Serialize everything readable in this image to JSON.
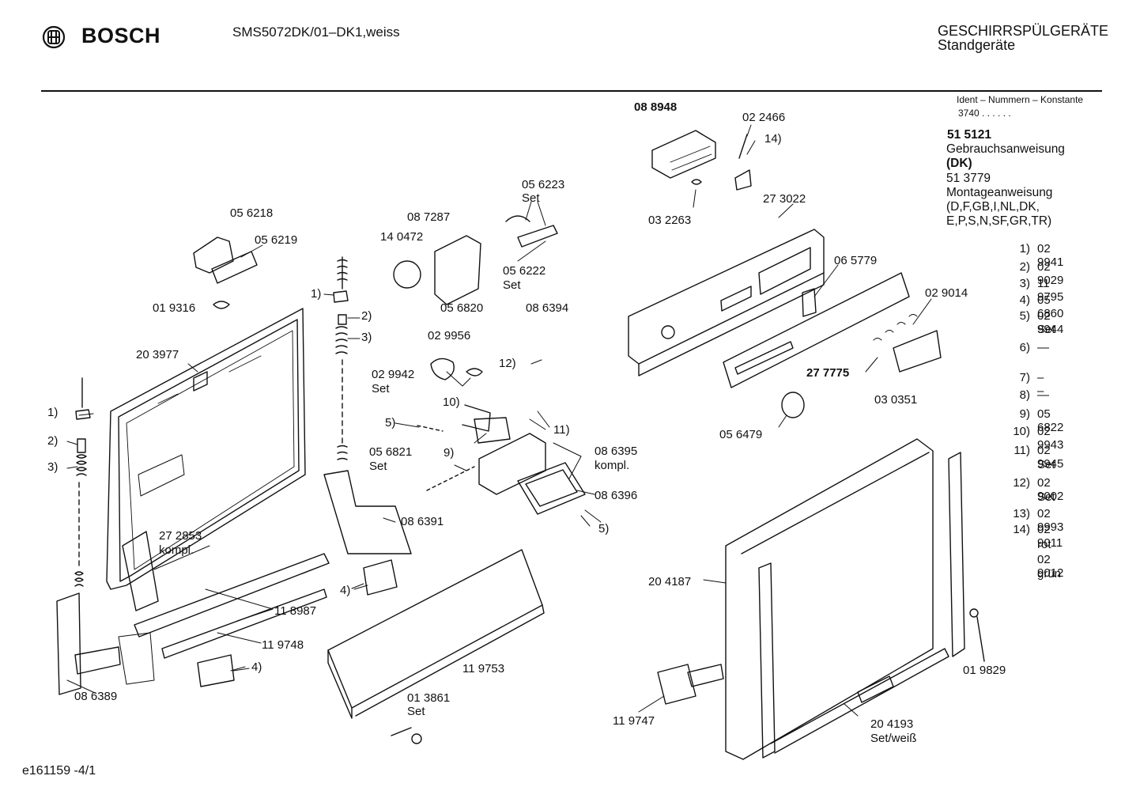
{
  "header": {
    "brand": "BOSCH",
    "model": "SMS5072DK/01–DK1,weiss",
    "category_line1": "GESCHIRRSPÜLGERÄTE",
    "category_line2": "Standgeräte"
  },
  "ident": {
    "title": "Ident – Nummern – Konstante",
    "value": "3740 . .  .  .  .  ."
  },
  "documents": [
    {
      "number": "51 5121",
      "text": "Gebrauchsanweisung",
      "lang": "(DK)"
    },
    {
      "number": "51 3779",
      "text": "Montageanweisung",
      "lang_lines": [
        "(D,F,GB,I,NL,DK,",
        "E,P,S,N,SF,GR,TR)"
      ]
    }
  ],
  "legend": [
    {
      "key": "1)",
      "lines": [
        "02 9941"
      ]
    },
    {
      "key": "2)",
      "lines": [
        "02 9029"
      ]
    },
    {
      "key": "3)",
      "lines": [
        "11 9795"
      ]
    },
    {
      "key": "4)",
      "lines": [
        "05 6860"
      ]
    },
    {
      "key": "5)",
      "lines": [
        "02 9944",
        "Set"
      ]
    },
    {
      "key": "6)",
      "lines": [
        "—"
      ]
    },
    {
      "key": "7)",
      "lines": [
        "– –"
      ]
    },
    {
      "key": "8)",
      "lines": [
        "—"
      ]
    },
    {
      "key": "9)",
      "lines": [
        "05 6822"
      ]
    },
    {
      "key": "10)",
      "lines": [
        "02 9943"
      ]
    },
    {
      "key": "11)",
      "lines": [
        "02 9945",
        "Set"
      ]
    },
    {
      "key": "12)",
      "lines": [
        "02 9002",
        "Set"
      ]
    },
    {
      "key": "13)",
      "lines": [
        "02 9993"
      ]
    },
    {
      "key": "14)",
      "lines": [
        "02 9011",
        "rot",
        "02 9012",
        "grün"
      ]
    }
  ],
  "part_labels": {
    "p056218": "05 6218",
    "p056219": "05 6219",
    "p019316": "01 9316",
    "p203977": "20 3977",
    "p087287": "08 7287",
    "p140472": "14 0472",
    "p056223": "05 6223",
    "p056223set": "Set",
    "p056222": "05 6222",
    "p056222set": "Set",
    "p056820": "05 6820",
    "p086394": "08 6394",
    "p029956": "02 9956",
    "p029942": "02 9942",
    "p029942set": "Set",
    "p056821": "05 6821",
    "p056821set": "Set",
    "p086395": "08 6395",
    "p086395kompl": "kompl.",
    "p086396": "08 6396",
    "p086391": "08 6391",
    "p272853": "27 2853",
    "p272853kompl": "kompl.",
    "p118987": "11 8987",
    "p119748": "11 9748",
    "p086389": "08 6389",
    "p119753": "11 9753",
    "p013861": "01 3861",
    "p013861set": "Set",
    "p088948": "08 8948",
    "p022466": "02 2466",
    "p032263": "03 2263",
    "p273022": "27 3022",
    "p065779": "06 5779",
    "p029014": "02 9014",
    "p277775": "27 7775",
    "p030351": "03 0351",
    "p056479": "05 6479",
    "p204187": "20 4187",
    "p119747": "11 9747",
    "p204193": "20 4193",
    "p204193set": "Set/weiß",
    "p019829": "01 9829"
  },
  "callouts": {
    "c1a": "1)",
    "c2a": "2)",
    "c3a": "3)",
    "c1b": "1)",
    "c2b": "2)",
    "c3b": "3)",
    "c4a": "4)",
    "c4b": "4)",
    "c5a": "5)",
    "c5b": "5)",
    "c9": "9)",
    "c10": "10)",
    "c11": "11)",
    "c12": "12)",
    "c14": "14)"
  },
  "footer": {
    "code": "e161159 -4/1"
  }
}
